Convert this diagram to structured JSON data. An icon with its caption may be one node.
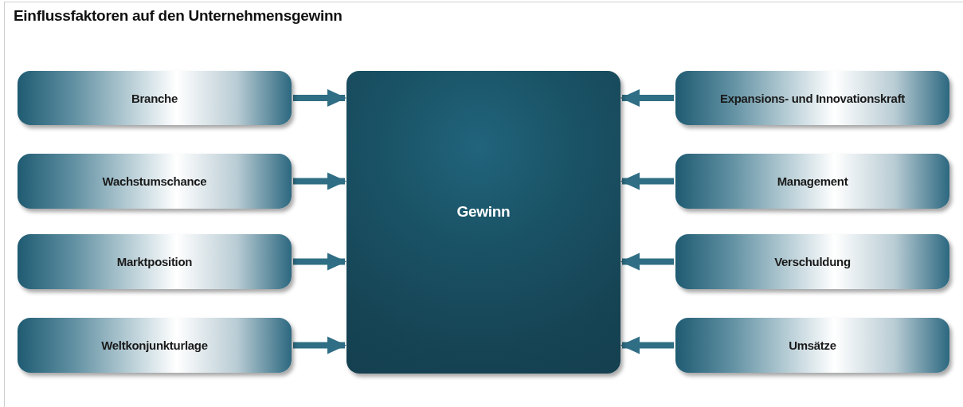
{
  "diagram": {
    "title": "Einflussfaktoren auf den Unternehmensgewinn",
    "nodes": [
      {
        "text": [
          "Branche"
        ]
      },
      {
        "text": [
          "Wachstumschance"
        ]
      },
      {
        "text": [
          "Marktposition"
        ]
      },
      {
        "text": [
          "Weltkonjunkturlage"
        ]
      },
      {
        "text": [
          "Gewinn"
        ]
      },
      {
        "text": [
          "Expansions- und Innovationskraft"
        ]
      },
      {
        "text": [
          "Management"
        ]
      },
      {
        "text": [
          "Verschuldung"
        ]
      },
      {
        "text": [
          "Umsätze"
        ]
      }
    ],
    "edges": [
      {
        "from": 0,
        "to": 4,
        "arrow": "to"
      },
      {
        "from": 1,
        "to": 4,
        "arrow": "to"
      },
      {
        "from": 2,
        "to": 4,
        "arrow": "to"
      },
      {
        "from": 3,
        "to": 4,
        "arrow": "to"
      },
      {
        "from": 5,
        "to": 4,
        "arrow": "to"
      },
      {
        "from": 6,
        "to": 4,
        "arrow": "to"
      },
      {
        "from": 7,
        "to": 4,
        "arrow": "to"
      },
      {
        "from": 8,
        "to": 4,
        "arrow": "to"
      }
    ]
  }
}
